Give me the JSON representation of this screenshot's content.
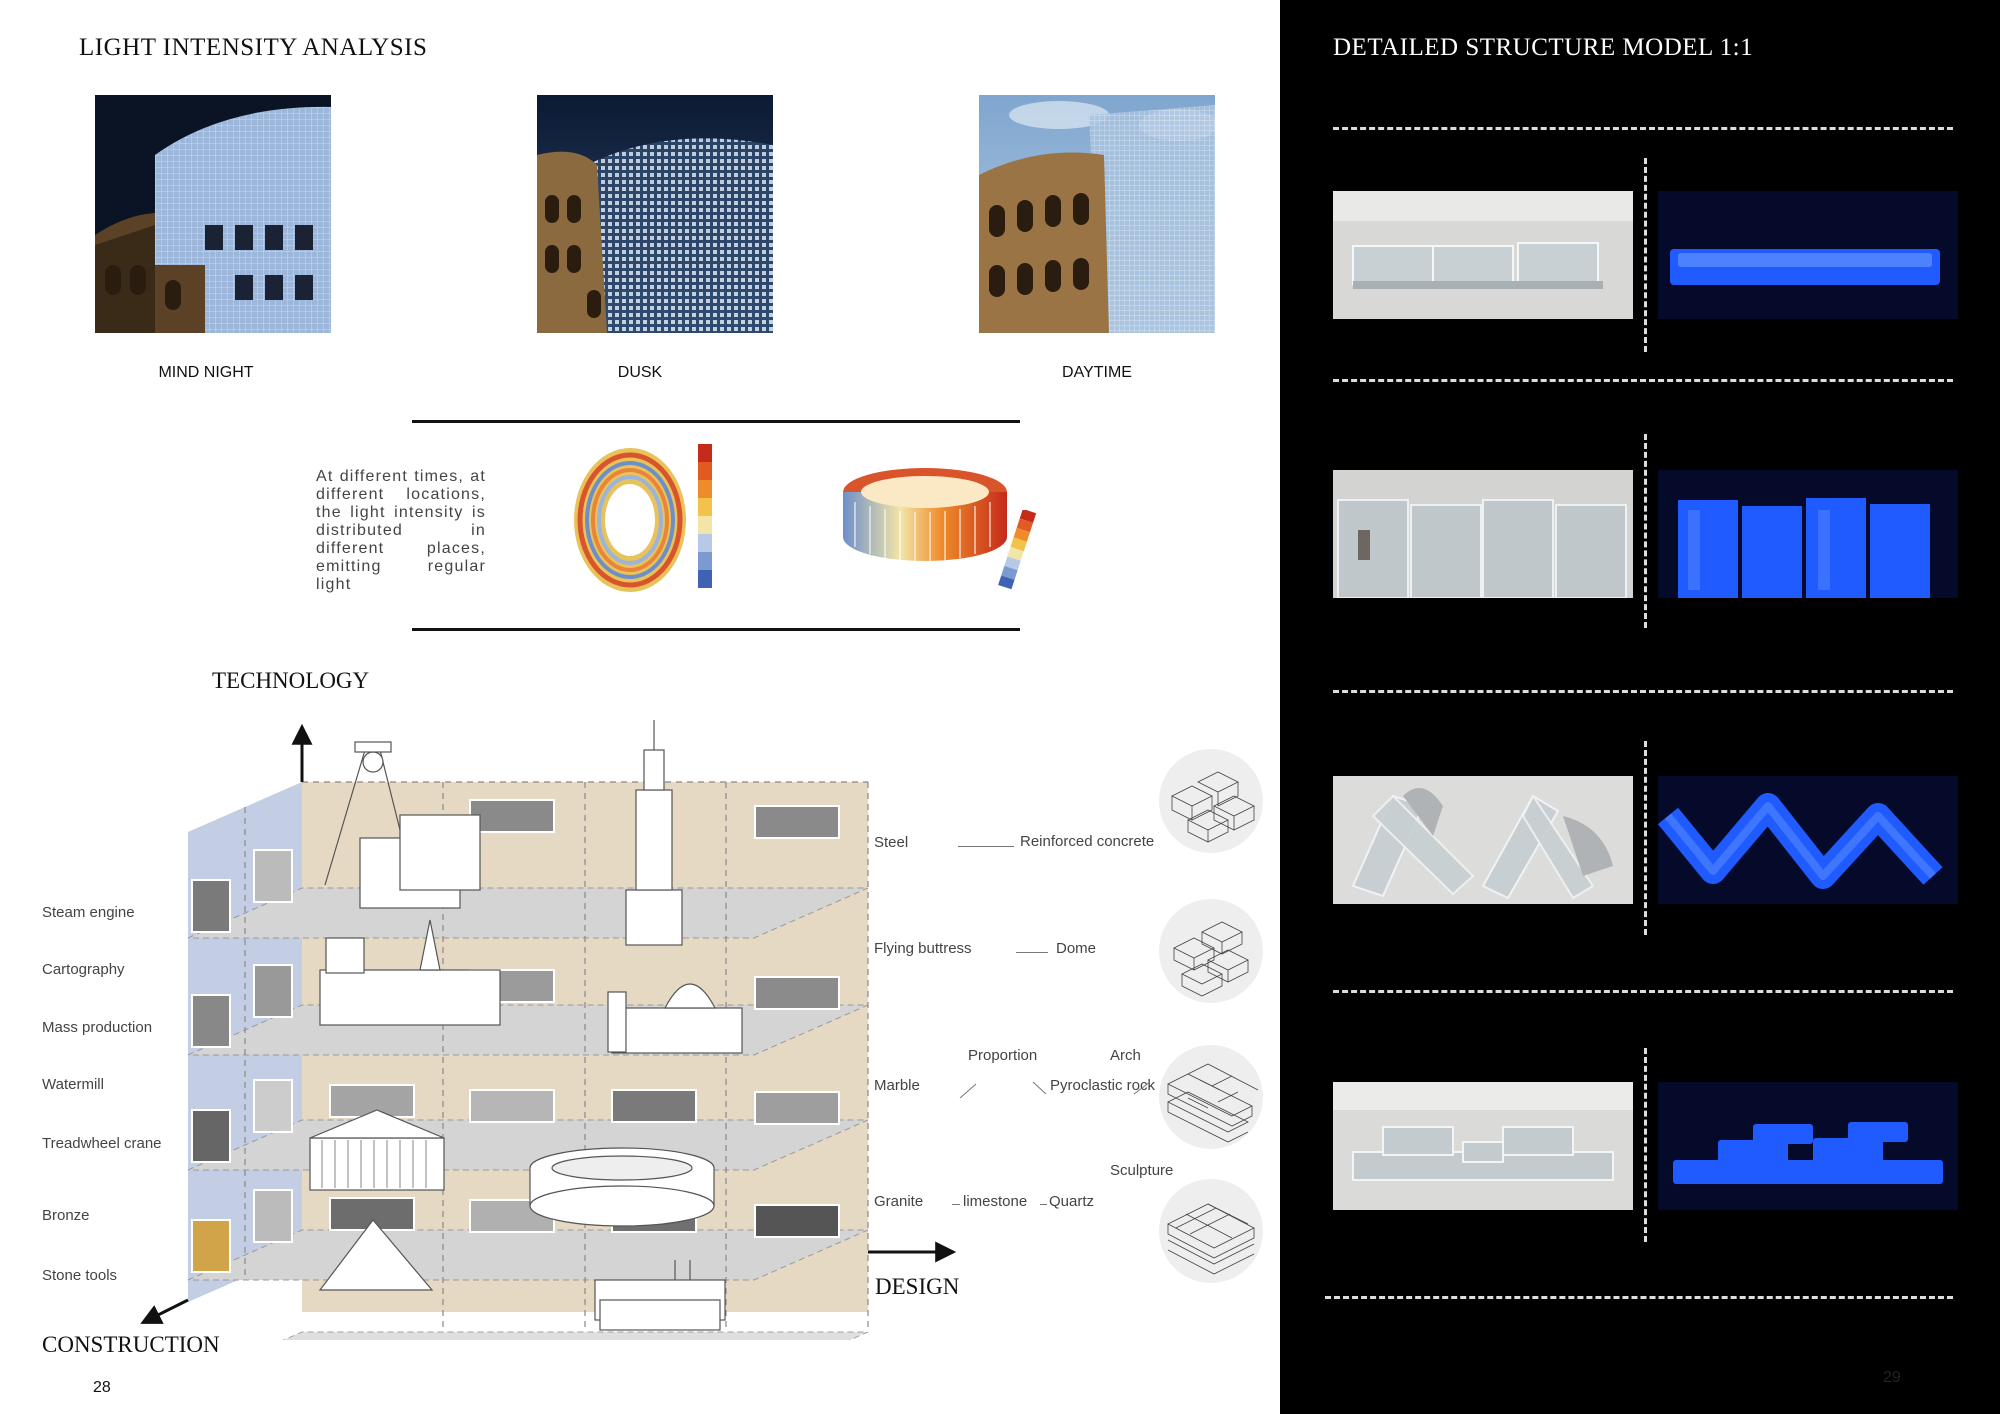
{
  "left_page": {
    "title": "LIGHT INTENSITY ANALYSIS",
    "captions": [
      "MIND NIGHT",
      "DUSK",
      "DAYTIME"
    ],
    "description": "At different times, at different locations, the light intensity is distributed in different places, emitting regular light",
    "diagram": {
      "axis_technology": "TECHNOLOGY",
      "axis_design": "DESIGN",
      "axis_construction": "CONSTRUCTION",
      "technologies": [
        "Steam engine",
        "Cartography",
        "Mass production",
        "Watermill",
        "Treadwheel crane",
        "Bronze",
        "Stone tools"
      ],
      "materials": {
        "steel": "Steel",
        "reinforced_concrete": "Reinforced concrete",
        "flying_buttress": "Flying buttress",
        "dome": "Dome",
        "proportion": "Proportion",
        "arch": "Arch",
        "marble": "Marble",
        "pyroclastic_rock": "Pyroclastic rock",
        "sculpture": "Sculpture",
        "granite": "Granite",
        "limestone": "limestone",
        "quartz": "Quartz"
      }
    },
    "page_number": "28"
  },
  "right_page": {
    "title": "DETAILED STRUCTURE MODEL 1:1",
    "page_number": "29"
  },
  "colors": {
    "accent_blue": "#1f5bff",
    "beige": "#e6d9c3",
    "pale_blue": "#c3cde3"
  }
}
